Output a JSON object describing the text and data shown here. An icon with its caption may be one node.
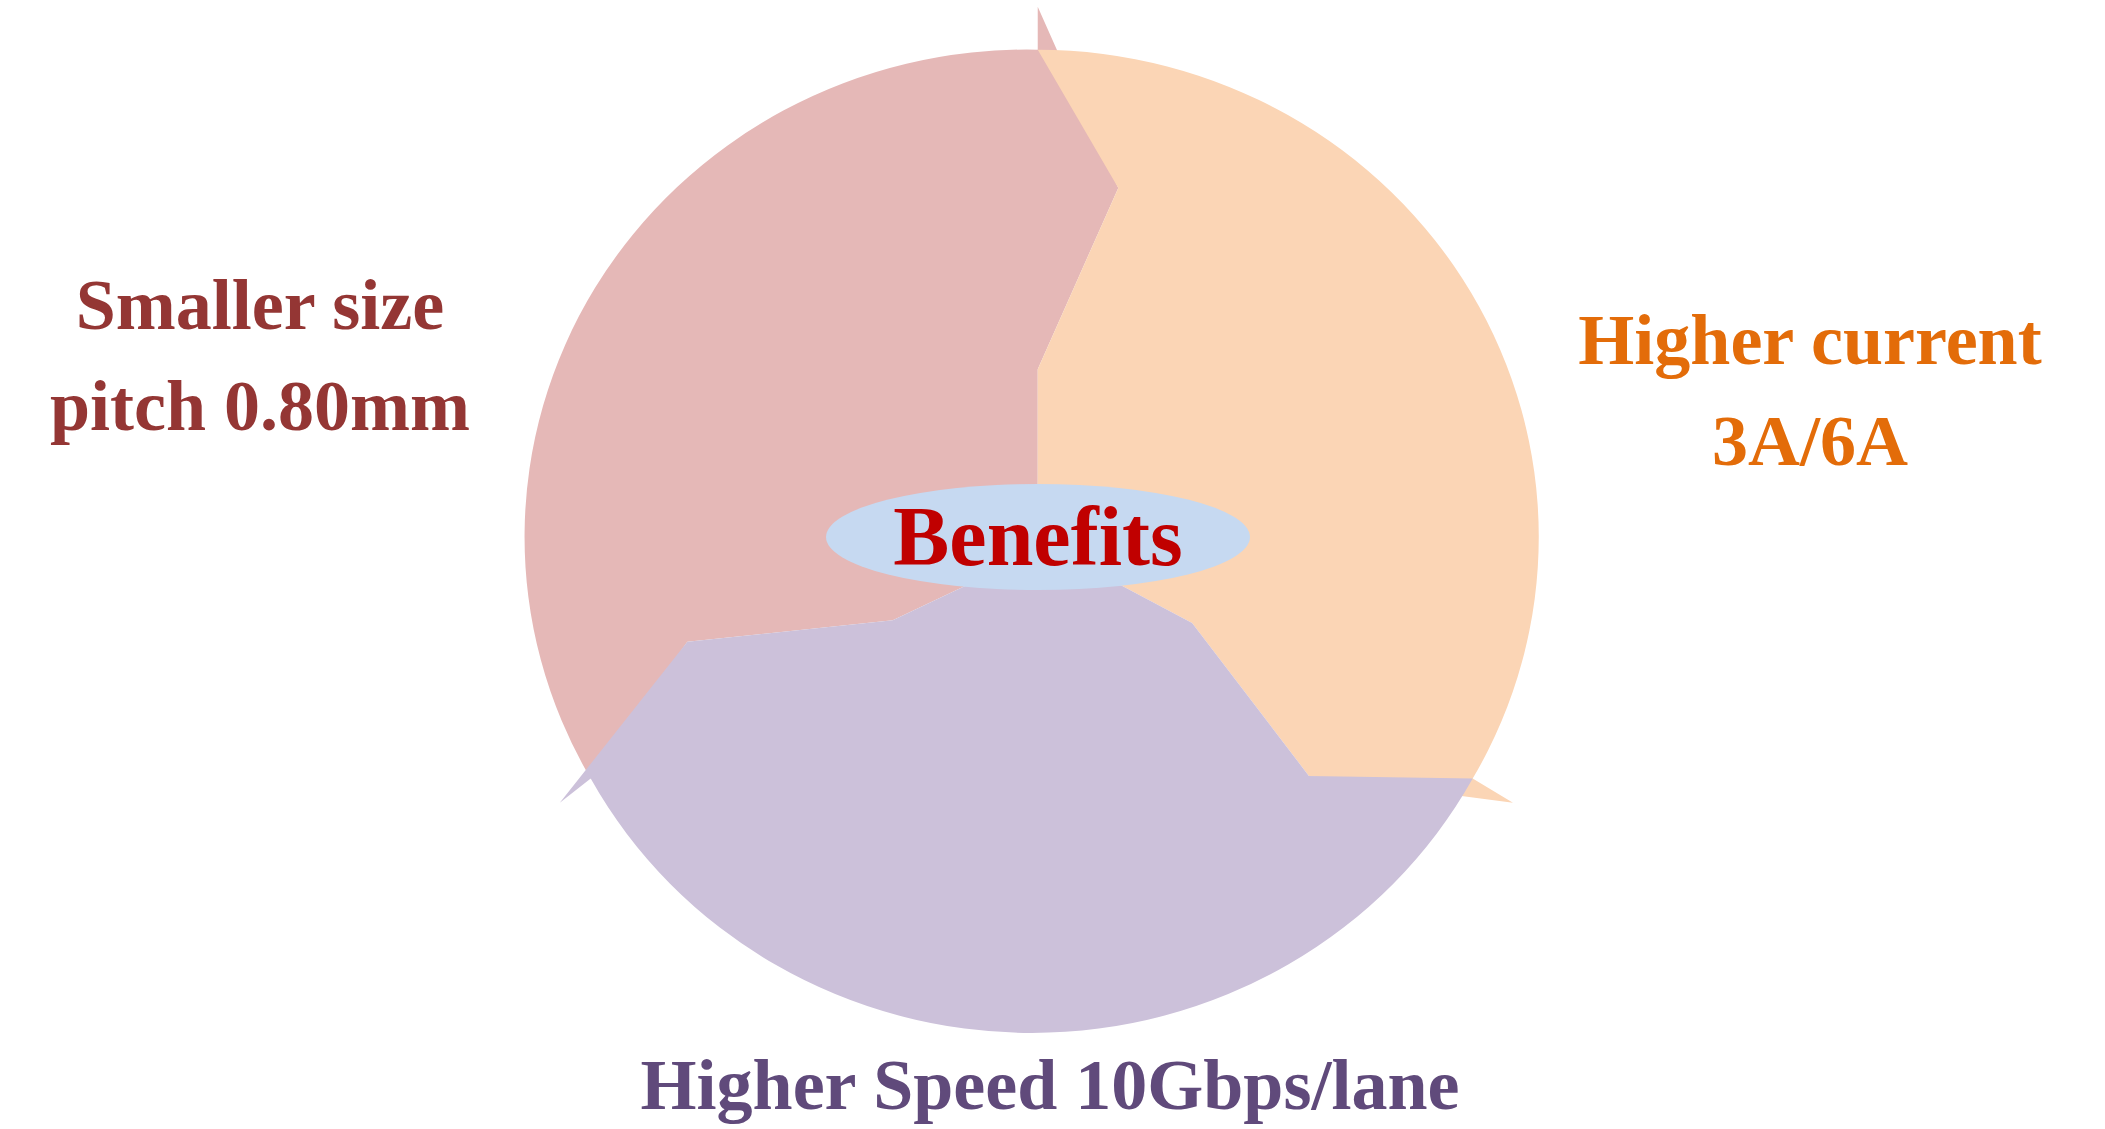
{
  "diagram": {
    "nodes": [
      {
        "text": [
          "Benefits"
        ]
      },
      {
        "text": [
          "Smaller size pitch 0.80mm"
        ]
      },
      {
        "text": [
          "Higher current 3A/6A"
        ]
      },
      {
        "text": [
          "Higher Speed 10Gbps/lane"
        ]
      }
    ]
  }
}
